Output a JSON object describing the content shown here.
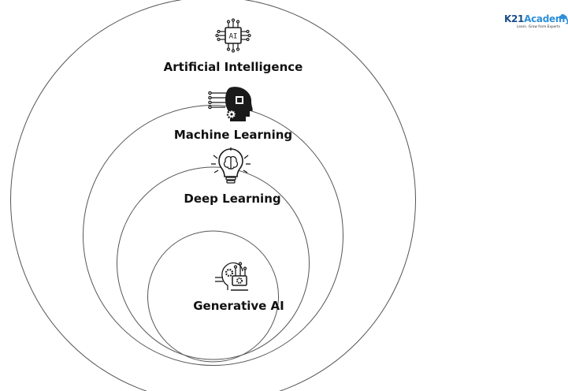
{
  "brand": {
    "name_part1": "K21",
    "name_part2": "Academy",
    "tagline": "Learn. Grow from Experts",
    "brand_color": "#2f8fd8",
    "brand_dark": "#1b4f8a"
  },
  "diagram": {
    "levels": [
      {
        "label": "Artificial Intelligence",
        "icon": "ai-chip-icon"
      },
      {
        "label": "Machine Learning",
        "icon": "ai-head-icon"
      },
      {
        "label": "Deep Learning",
        "icon": "brain-bulb-icon"
      },
      {
        "label": "Generative AI",
        "icon": "generative-head-icon"
      }
    ],
    "ai_chip_text": "AI",
    "line_color": "#555555",
    "text_color": "#111111"
  }
}
